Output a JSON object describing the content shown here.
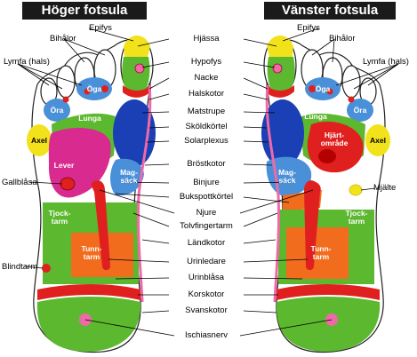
{
  "titles": {
    "left": "Höger fotsula",
    "right": "Vänster fotsula"
  },
  "center_labels": [
    "Hjässa",
    "Hypofys",
    "Nacke",
    "Halskotor",
    "Matstrupe",
    "Sköldkörtel",
    "Solarplexus",
    "Bröstkotor",
    "Binjure",
    "Bukspottkörtel",
    "Njure",
    "Tolvfingertarm",
    "Ländkotor",
    "Urinledare",
    "Urinblåsa",
    "Korskotor",
    "Svanskotor",
    "Ischiasnerv"
  ],
  "left_labels": {
    "epifys": "Epifys",
    "bihalor": "Bihålor",
    "lymfa": "Lymfa (hals)",
    "gallblasa": "Gallblåsa",
    "blindtarm": "Blindtarm"
  },
  "right_labels": {
    "epifys": "Epifys",
    "bihalor": "Bihålor",
    "lymfa": "Lymfa (hals)",
    "mjalte": "Mjälte"
  },
  "left_inner": {
    "ora": "Öra",
    "oga": "Öga",
    "lunga": "Lunga",
    "axel": "Axel",
    "lever": "Lever",
    "magsack": "Mag-\nsäck",
    "tjocktarm": "Tjock-\ntarm",
    "tunntarm": "Tunn-\ntarm"
  },
  "right_inner": {
    "ora": "Öra",
    "oga": "Öga",
    "lunga": "Lunga",
    "axel": "Axel",
    "hjarta": "Hjärt-\nområde",
    "magsack": "Mag-\nsäck",
    "tjocktarm": "Tjock-\ntarm",
    "tunntarm": "Tunn-\ntarm"
  },
  "colors": {
    "green": "#5cb82e",
    "yellow": "#f2e21c",
    "blue": "#1b3fb4",
    "lightblue": "#4a90d9",
    "magenta": "#d92a8f",
    "red": "#e0201f",
    "orange": "#f26c1e",
    "pink": "#ee6aa7",
    "black": "#1a1a1a"
  }
}
